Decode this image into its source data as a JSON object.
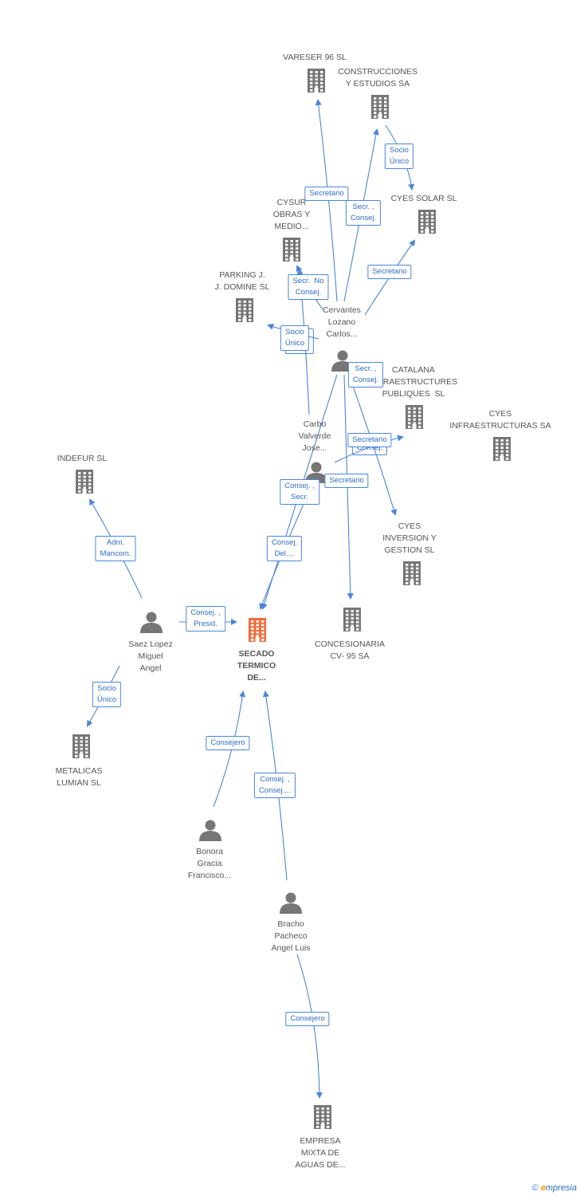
{
  "colors": {
    "edge": "#4a86d8",
    "node": "#767676",
    "focus": "#f26c3a",
    "label_text": "#555555",
    "edge_label_text": "#2f6cc0"
  },
  "nodes": [
    {
      "id": "vareser",
      "type": "company",
      "label": "VARESER 96 SL"
    },
    {
      "id": "construcciones",
      "type": "company",
      "label": "CONSTRUCCIONES\nY ESTUDIOS SA"
    },
    {
      "id": "cyes_solar",
      "type": "company",
      "label": "CYES SOLAR SL"
    },
    {
      "id": "cysur",
      "type": "company",
      "label": "CYSUR\nOBRAS Y\nMEDIO..."
    },
    {
      "id": "parking",
      "type": "company",
      "label": "PARKING J.\nJ. DOMINE SL"
    },
    {
      "id": "catalana",
      "type": "company",
      "label": "CATALANA\nINFRAESTRUCTURES\nPUBLIQUES  SL"
    },
    {
      "id": "cyes_infra",
      "type": "company",
      "label": "CYES\nINFRAESTRUCTURAS SA"
    },
    {
      "id": "indefur",
      "type": "company",
      "label": "INDEFUR SL"
    },
    {
      "id": "cyes_inversion",
      "type": "company",
      "label": "CYES\nINVERSION Y\nGESTION SL"
    },
    {
      "id": "concesionaria",
      "type": "company",
      "label": "CONCESIONARIA\nCV- 95 SA"
    },
    {
      "id": "secado",
      "type": "focus",
      "label": "SECADO\nTERMICO\nDE..."
    },
    {
      "id": "metalicas",
      "type": "company",
      "label": "METALICAS\nLUMIAN SL"
    },
    {
      "id": "empresa_mixta",
      "type": "company",
      "label": "EMPRESA\nMIXTA DE\nAGUAS DE..."
    },
    {
      "id": "cervantes",
      "type": "person",
      "label": "Cervantes\nLozano\nCarlos..."
    },
    {
      "id": "carbo",
      "type": "person",
      "label": "Carbo\nValverde\nJose..."
    },
    {
      "id": "saez",
      "type": "person",
      "label": "Saez Lopez\nMiguel\nAngel"
    },
    {
      "id": "bonora",
      "type": "person",
      "label": "Bonora\nGracia\nFrancisco..."
    },
    {
      "id": "bracho",
      "type": "person",
      "label": "Bracho\nPacheco\nAngel Luis"
    }
  ],
  "edges": [
    {
      "from": "cervantes",
      "to": "vareser",
      "label": "Secretario"
    },
    {
      "from": "cervantes",
      "to": "construcciones",
      "label": "Secr. ,\nConsej."
    },
    {
      "from": "construcciones",
      "to": "cyes_solar",
      "label": "Socio\nÚnico"
    },
    {
      "from": "cervantes",
      "to": "cyes_solar",
      "label": "Secretario"
    },
    {
      "from": "cervantes",
      "to": "cysur",
      "label": "Secr.  No\nConsej."
    },
    {
      "from": "cervantes",
      "to": "parking",
      "label": "Socio\nÚnico"
    },
    {
      "from": "cervantes",
      "to": "cyes_inversion",
      "label": "Secr. ,\nConsej."
    },
    {
      "from": "cervantes",
      "to": "concesionaria",
      "label": "Secretario"
    },
    {
      "from": "cervantes",
      "to": "secado",
      "label": "Consej. ,\nSecr."
    },
    {
      "from": "carbo",
      "to": "cysur",
      "label": ""
    },
    {
      "from": "carbo",
      "to": "catalana",
      "label": "Secretario"
    },
    {
      "from": "carbo",
      "to": "secado",
      "label": "Consej.\nDel...."
    },
    {
      "from": "saez",
      "to": "indefur",
      "label": "Adm.\nMancom."
    },
    {
      "from": "saez",
      "to": "secado",
      "label": "Consej. ,\nPresid."
    },
    {
      "from": "saez",
      "to": "metalicas",
      "label": "Socio\nÚnico"
    },
    {
      "from": "bonora",
      "to": "secado",
      "label": "Consejero"
    },
    {
      "from": "bracho",
      "to": "secado",
      "label": "Consej. ,\nConsej...."
    },
    {
      "from": "bracho",
      "to": "empresa_mixta",
      "label": "Consejero"
    }
  ],
  "hidden_labels": [
    "Socio\nÚnico",
    "Consej."
  ],
  "footer": {
    "copyright": "©",
    "brand_initial": "e",
    "brand_rest": "mpresia"
  }
}
